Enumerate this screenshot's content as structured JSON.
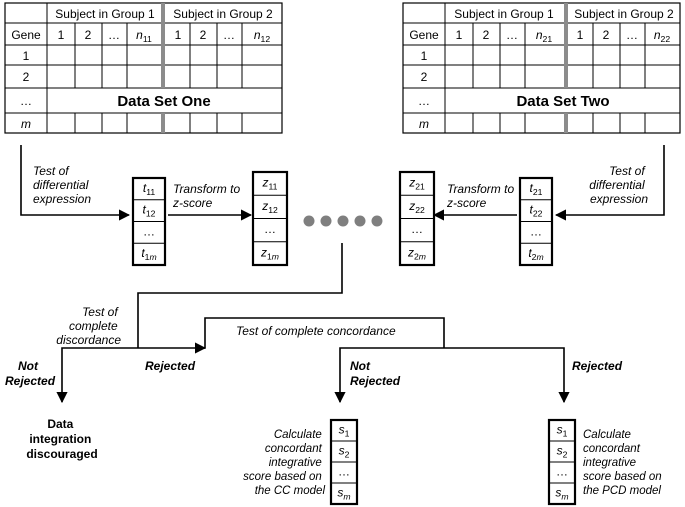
{
  "dataset_one": {
    "header_group1": "Subject in Group 1",
    "header_group2": "Subject in Group 2",
    "gene_col": "Gene",
    "col_labels": [
      "1",
      "2",
      "…",
      "n11",
      "1",
      "2",
      "…",
      "n12"
    ],
    "row_labels": [
      "1",
      "2",
      "…",
      "m"
    ],
    "band_label": "Data Set One"
  },
  "dataset_two": {
    "header_group1": "Subject in Group 1",
    "header_group2": "Subject in Group 2",
    "gene_col": "Gene",
    "col_labels": [
      "1",
      "2",
      "…",
      "n21",
      "1",
      "2",
      "…",
      "n22"
    ],
    "row_labels": [
      "1",
      "2",
      "…",
      "m"
    ],
    "band_label": "Data Set Two"
  },
  "steps": {
    "test_de_left": [
      "Test of",
      "differential",
      "expression"
    ],
    "test_de_right": [
      "Test of",
      "differential",
      "expression"
    ],
    "transform_left": [
      "Transform to",
      "z-score"
    ],
    "transform_right": [
      "Transform to",
      "z-score"
    ],
    "test_discordance": [
      "Test of",
      "complete",
      "discordance"
    ],
    "test_concordance": "Test of complete concordance"
  },
  "vectors": {
    "t1": [
      "t11",
      "t12",
      "…",
      "t1m"
    ],
    "z1": [
      "z11",
      "z12",
      "…",
      "z1m"
    ],
    "z2": [
      "z21",
      "z22",
      "…",
      "z2m"
    ],
    "t2": [
      "t21",
      "t22",
      "…",
      "t2m"
    ],
    "s_cc": [
      "s1",
      "s2",
      "…",
      "sm"
    ],
    "s_pcd": [
      "s1",
      "s2",
      "…",
      "sm"
    ]
  },
  "outcomes": {
    "not_rejected_left": [
      "Not",
      "Rejected"
    ],
    "rejected_left": "Rejected",
    "not_rejected_mid": [
      "Not",
      "Rejected"
    ],
    "rejected_right": "Rejected",
    "discouraged": [
      "Data",
      "integration",
      "discouraged"
    ],
    "calc_cc": [
      "Calculate",
      "concordant",
      "integrative",
      "score based on",
      "the CC model"
    ],
    "calc_pcd": [
      "Calculate",
      "concordant",
      "integrative",
      "score based on",
      "the PCD model"
    ]
  }
}
